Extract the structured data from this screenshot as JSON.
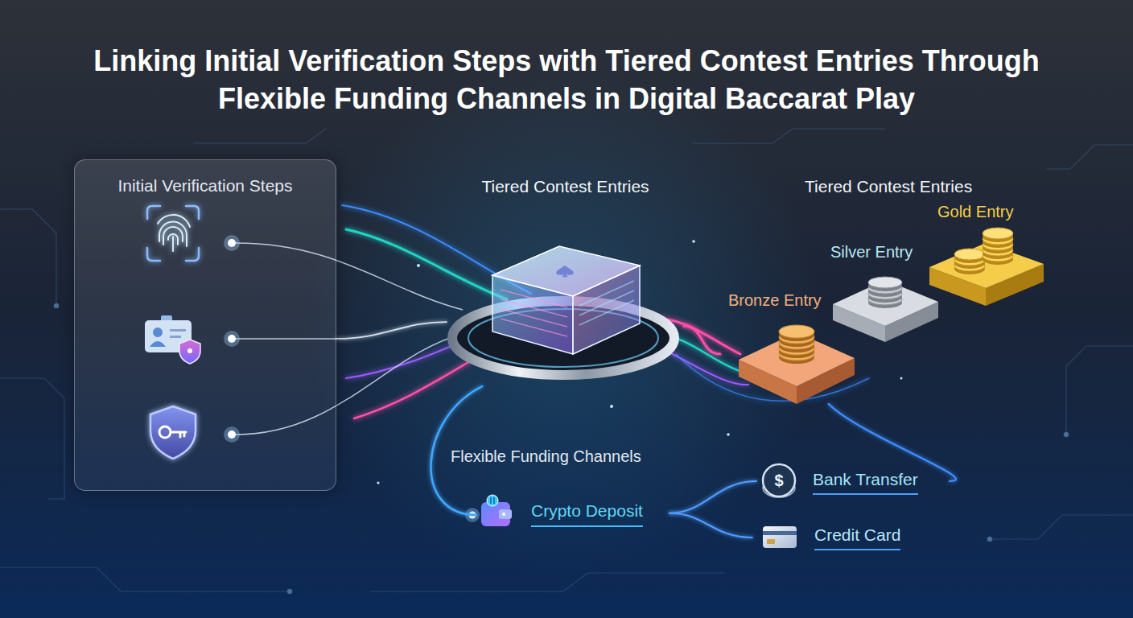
{
  "diagram": {
    "title": "Linking Initial Verification Steps with Tiered Contest Entries Through Flexible Funding Channels in Digital Baccarat Play",
    "nodes": [
      {
        "text": [
          "Initial Verification Steps"
        ]
      },
      {
        "text": [
          "Tiered Contest Entries"
        ]
      },
      {
        "text": [
          "Bronze Entry"
        ]
      },
      {
        "text": [
          "Silver Entry"
        ]
      },
      {
        "text": [
          "Gold Entry"
        ]
      },
      {
        "text": [
          "Crypto Deposit"
        ]
      },
      {
        "text": [
          "Bank Transfer"
        ]
      },
      {
        "text": [
          "Credit Card"
        ]
      }
    ],
    "edges": [
      {
        "from": 0,
        "to": 1,
        "arrow": "none"
      },
      {
        "from": 1,
        "to": 2,
        "arrow": "none"
      },
      {
        "from": 1,
        "to": 5,
        "arrow": "none"
      },
      {
        "from": 5,
        "to": 6,
        "arrow": "none"
      },
      {
        "from": 5,
        "to": 7,
        "arrow": "none"
      },
      {
        "from": 6,
        "to": 2,
        "arrow": "none"
      }
    ],
    "labels": [
      "Tiered Contest Entries",
      "Flexible Funding Channels",
      "$"
    ]
  }
}
